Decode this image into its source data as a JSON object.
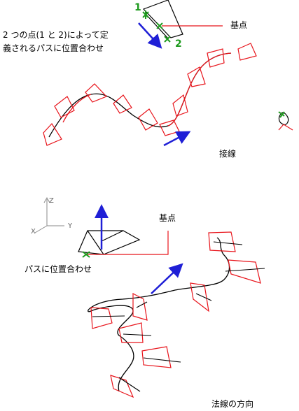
{
  "labels": {
    "align_two_points_line1": "2 つの点(1 と 2)によって定",
    "align_two_points_line2": "義されるパスに位置合わせ",
    "base_point_top": "基点",
    "tangent": "接線",
    "base_point_bottom": "基点",
    "align_to_path": "パスに位置合わせ",
    "normal_direction": "法線の方向"
  },
  "point_labels": {
    "p1": "1",
    "p2": "2"
  },
  "axis_labels": {
    "z": "Z",
    "y": "Y",
    "x": "X"
  },
  "colors": {
    "path": "#000000",
    "shape": "#e8141b",
    "arrow": "#1f1fd6",
    "point_marker": "#1e9a1e",
    "axis": "#8a8a8a"
  },
  "icons": [
    "point-marker-icon",
    "direction-arrow-icon",
    "ucs-axis-icon",
    "small-object-icon"
  ]
}
